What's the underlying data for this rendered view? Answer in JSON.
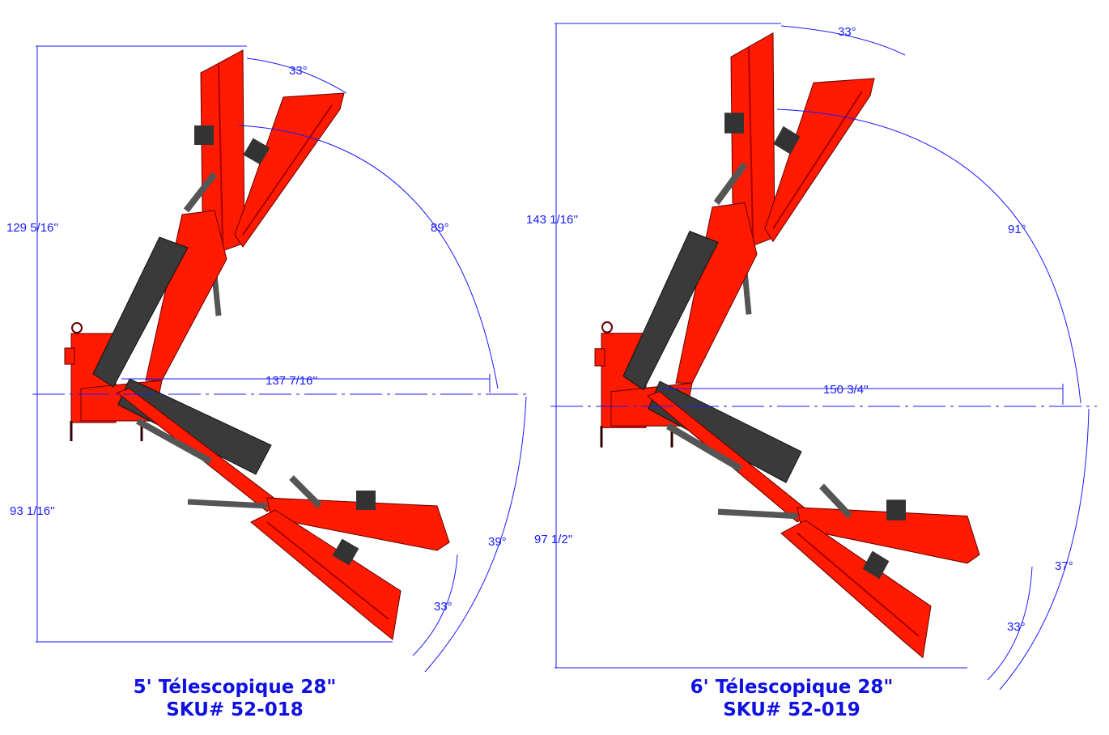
{
  "colors": {
    "dimension": "#1a1aff",
    "machine": "#ff1a00",
    "belt": "#3a3a3a"
  },
  "left": {
    "title": "5' Télescopique 28\"",
    "sku": "SKU# 52-018",
    "height_above": "129 5/16''",
    "height_below": "93 1/16''",
    "reach": "137 7/16''",
    "angle_top": "33°",
    "angle_upper": "89°",
    "angle_lower_outer": "39°",
    "angle_lower_inner": "33°"
  },
  "right": {
    "title": "6' Télescopique 28\"",
    "sku": "SKU# 52-019",
    "height_above": "143 1/16''",
    "height_below": "97 1/2''",
    "reach": "150 3/4''",
    "angle_top": "33°",
    "angle_upper": "91°",
    "angle_lower_outer": "37°",
    "angle_lower_inner": "33°"
  }
}
